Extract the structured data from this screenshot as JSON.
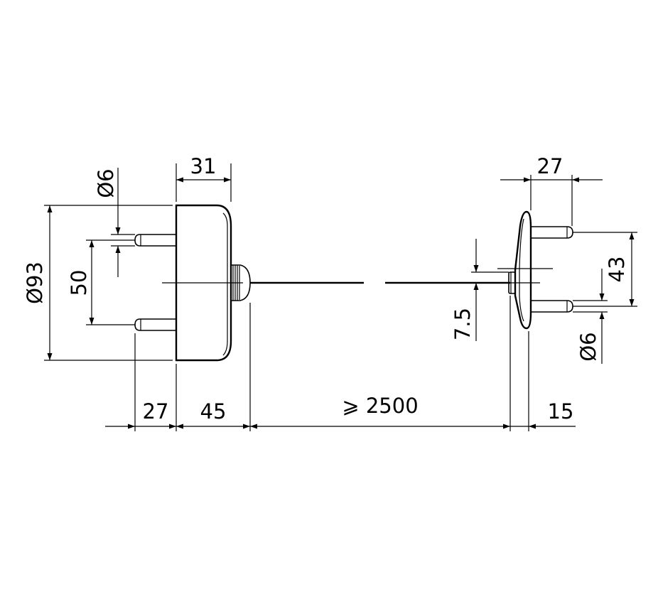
{
  "dimensions": {
    "diam_pin_left": "Ø6",
    "width_31": "31",
    "diam_body": "Ø93",
    "pin_spacing_50": "50",
    "pin_len_27_left": "27",
    "length_45": "45",
    "cable_length": "⩾ 2500",
    "width_27_right": "27",
    "pin_spacing_43": "43",
    "cable_diam_7_5": "7.5",
    "diam_pin_right": "Ø6",
    "length_15": "15"
  }
}
